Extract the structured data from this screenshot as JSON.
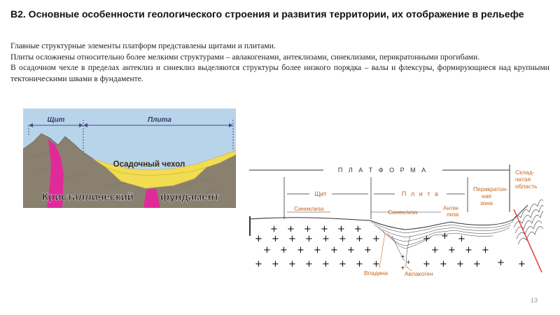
{
  "slide": {
    "title": "В2. Основные особенности геологического строения и  развития территории, их отображение в рельефе",
    "paragraphs": [
      "Главные структурные элементы платформ представлены щитами и плитами.",
      "Плиты осложнены относительно более мелкими структурами – авлакогенами, антеклизами, синеклизами, перикратонными прогибами.",
      "В осадочном чехле в пределах антеклиз и синеклиз выделяются структуры более низкого порядка – валы и флексуры, формирующиеся над крупными тектоническими швами в фундаменте."
    ],
    "page_number": "13"
  },
  "left_figure": {
    "label_shield": "Щит",
    "label_plate": "Плита",
    "label_cover": "Осадочный чехол",
    "label_basement_1": "Кристаллический",
    "label_basement_2": "фундамент",
    "colors": {
      "sky": "#b8d4ea",
      "cover": "#f2dc52",
      "basement": "#8a8070",
      "intrusion": "#e02a9a",
      "arrow": "#4a4a8a"
    }
  },
  "right_figure": {
    "label_platform": "П Л А Т Ф О Р М А",
    "label_folded": "Склад-\nчатая\nобласть",
    "label_shield": "Щит",
    "label_plate": "П л и т а",
    "label_pericratonic": "Перикратон-\nная\nзона",
    "label_syneclise_1": "Синеклиза",
    "label_syneclise_2": "Синеклиза",
    "label_anteclise": "Антек-\nлиза",
    "label_depression": "Впадина",
    "label_aulacogen": "Авлакоген",
    "colors": {
      "label": "#c8641e",
      "line": "#333333",
      "fault": "#e03030"
    }
  }
}
